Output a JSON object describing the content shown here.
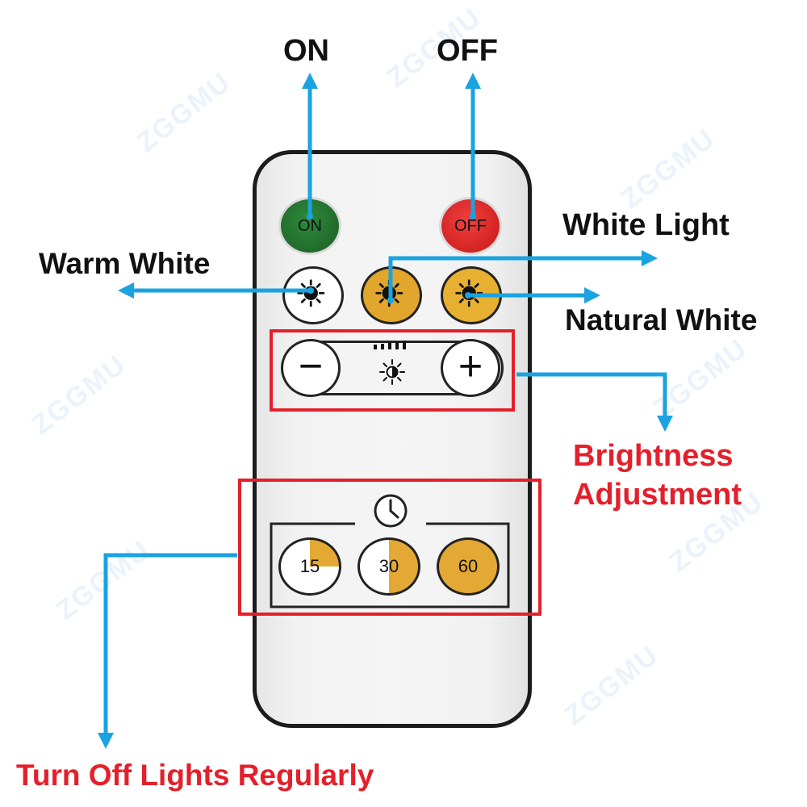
{
  "watermark": "ZGGMU",
  "labels": {
    "on": "ON",
    "off": "OFF",
    "white_light": "White Light",
    "warm_white": "Warm White",
    "natural_white": "Natural White",
    "brightness_line1": "Brightness",
    "brightness_line2": "Adjustment",
    "turn_off": "Turn Off Lights Regularly"
  },
  "remote": {
    "on_button": "ON",
    "off_button": "OFF",
    "minus_button": "−",
    "plus_button": "+",
    "timer_15": "15",
    "timer_30": "30",
    "timer_60": "60",
    "color_buttons": [
      "warm-white",
      "white-light",
      "natural-white"
    ],
    "icons": [
      "sun-icon",
      "brightness-icon",
      "clock-icon"
    ]
  },
  "colors": {
    "arrow": "#1aa3e0",
    "highlight_box": "#e3202b",
    "on_green": "#1f6b2a",
    "off_red": "#e02020",
    "amber": "#e3a934",
    "remote_border": "#1c1c1c"
  }
}
